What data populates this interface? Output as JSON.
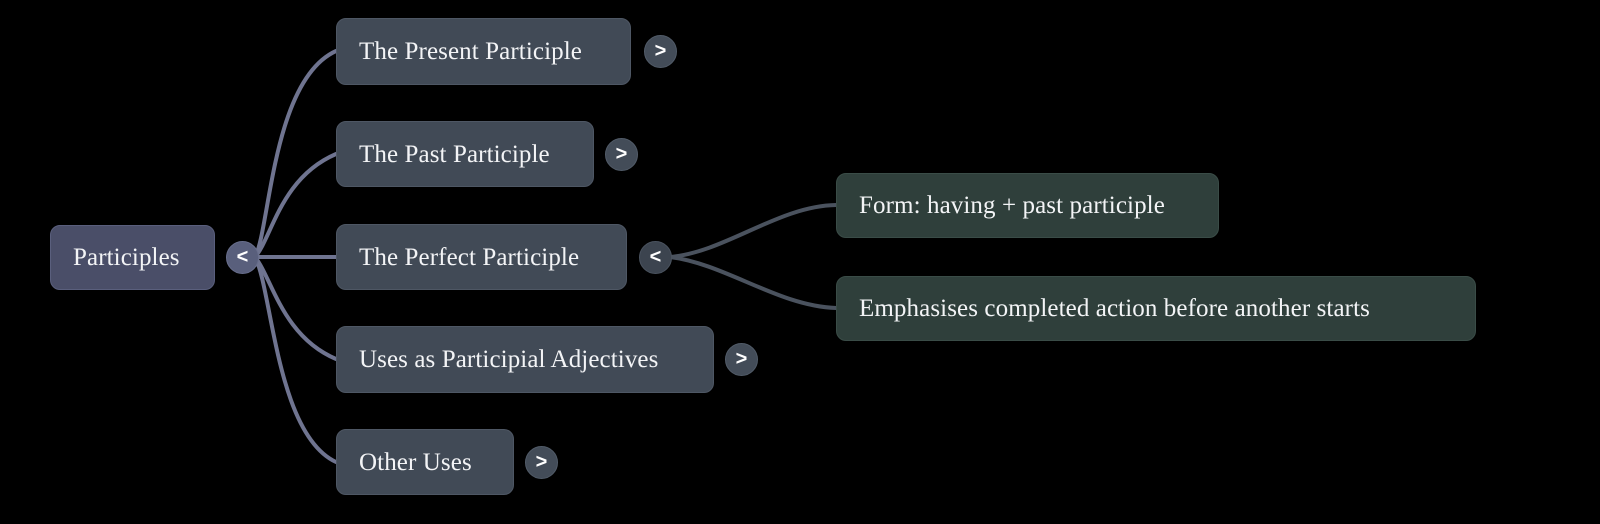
{
  "diagram": {
    "type": "mindmap",
    "title": "Participles",
    "background_color": "#000000",
    "colors": {
      "root_node": "#4a4e68",
      "branch_node": "#414a56",
      "leaf_node": "#2f3f3b",
      "text": "#f3f4f6",
      "root_edge": "#6f7490",
      "branch_edge": "#4a525e",
      "toggle_root": "#595f7c",
      "toggle_branch": "#434c58"
    },
    "root": {
      "label": "Participles",
      "toggle": {
        "icon": "chevron-left-icon",
        "glyph": "<",
        "state": "expanded"
      }
    },
    "branches": [
      {
        "id": "present-participle",
        "label": "The Present Participle",
        "toggle": {
          "icon": "chevron-right-icon",
          "glyph": ">",
          "state": "collapsed"
        },
        "children": []
      },
      {
        "id": "past-participle",
        "label": "The Past Participle",
        "toggle": {
          "icon": "chevron-right-icon",
          "glyph": ">",
          "state": "collapsed"
        },
        "children": []
      },
      {
        "id": "perfect-participle",
        "label": "The Perfect Participle",
        "toggle": {
          "icon": "chevron-left-icon",
          "glyph": "<",
          "state": "expanded"
        },
        "children": [
          {
            "id": "perfect-form",
            "label": "Form: having + past participle"
          },
          {
            "id": "perfect-emphasis",
            "label": "Emphasises completed action before another starts"
          }
        ]
      },
      {
        "id": "participial-adjectives",
        "label": "Uses as Participial Adjectives",
        "toggle": {
          "icon": "chevron-right-icon",
          "glyph": ">",
          "state": "collapsed"
        },
        "children": []
      },
      {
        "id": "other-uses",
        "label": "Other Uses",
        "toggle": {
          "icon": "chevron-right-icon",
          "glyph": ">",
          "state": "collapsed"
        },
        "children": []
      }
    ]
  }
}
